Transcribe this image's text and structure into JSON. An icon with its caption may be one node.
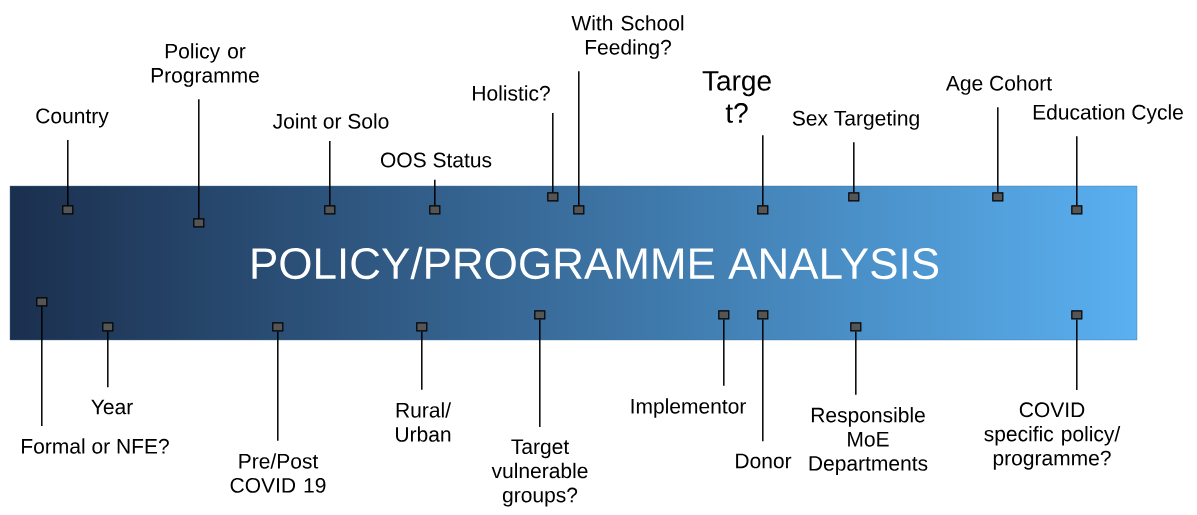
{
  "diagram": {
    "nodes": [
      {
        "text": [
          "POLICY/PROGRAMME ANALYSIS"
        ]
      },
      {
        "text": [
          "Country"
        ]
      },
      {
        "text": [
          "Policy or Programme"
        ]
      },
      {
        "text": [
          "Joint or Solo"
        ]
      },
      {
        "text": [
          "OOS Status"
        ]
      },
      {
        "text": [
          "Holistic?"
        ]
      },
      {
        "text": [
          "With School Feeding?"
        ]
      },
      {
        "text": [
          "Targe t?"
        ]
      },
      {
        "text": [
          "Sex Targeting"
        ]
      },
      {
        "text": [
          "Age Cohort"
        ]
      },
      {
        "text": [
          "Education Cycle"
        ]
      },
      {
        "text": [
          "Formal or NFE?"
        ]
      },
      {
        "text": [
          "Year"
        ]
      },
      {
        "text": [
          "Pre/Post COVID 19"
        ]
      },
      {
        "text": [
          "Rural/ Urban"
        ]
      },
      {
        "text": [
          "Target vulnerable groups?"
        ]
      },
      {
        "text": [
          "Implementor"
        ]
      },
      {
        "text": [
          "Donor"
        ]
      },
      {
        "text": [
          "Responsible MoE Departments"
        ]
      },
      {
        "text": [
          "COVID specific policy/ programme?"
        ]
      },
      {
        "text": [],
        "shape": "box",
        "in": 0
      },
      {
        "text": [],
        "shape": "box",
        "in": 0
      },
      {
        "text": [],
        "shape": "box",
        "in": 0
      },
      {
        "text": [],
        "shape": "box",
        "in": 0
      },
      {
        "text": [],
        "shape": "box",
        "in": 0
      },
      {
        "text": [],
        "shape": "box",
        "in": 0
      },
      {
        "text": [],
        "shape": "box",
        "in": 0
      },
      {
        "text": [],
        "shape": "box",
        "in": 0
      },
      {
        "text": [],
        "shape": "box",
        "in": 0
      },
      {
        "text": [],
        "shape": "box",
        "in": 0
      },
      {
        "text": [],
        "shape": "box",
        "in": 0
      },
      {
        "text": [],
        "shape": "box",
        "in": 0
      },
      {
        "text": [],
        "shape": "box",
        "in": 0
      },
      {
        "text": [],
        "shape": "box",
        "in": 0
      },
      {
        "text": [],
        "shape": "box",
        "in": 0
      },
      {
        "text": [],
        "shape": "box",
        "in": 0
      },
      {
        "text": [],
        "shape": "box",
        "in": 0
      },
      {
        "text": [],
        "shape": "box",
        "in": 0
      },
      {
        "text": [],
        "shape": "box",
        "in": 0
      }
    ],
    "edges": [
      {
        "from": 1,
        "to": 20,
        "arrow": "none"
      },
      {
        "from": 2,
        "to": 21,
        "arrow": "none"
      },
      {
        "from": 3,
        "to": 22,
        "arrow": "none"
      },
      {
        "from": 4,
        "to": 23,
        "arrow": "none"
      },
      {
        "from": 5,
        "to": 24,
        "arrow": "none"
      },
      {
        "from": 6,
        "to": 25,
        "arrow": "none"
      },
      {
        "from": 7,
        "to": 26,
        "arrow": "none"
      },
      {
        "from": 8,
        "to": 27,
        "arrow": "none"
      },
      {
        "from": 9,
        "to": 28,
        "arrow": "none"
      },
      {
        "from": 10,
        "to": 29,
        "arrow": "none"
      },
      {
        "from": 11,
        "to": 30,
        "arrow": "none"
      },
      {
        "from": 12,
        "to": 31,
        "arrow": "none"
      },
      {
        "from": 13,
        "to": 32,
        "arrow": "none"
      },
      {
        "from": 14,
        "to": 33,
        "arrow": "none"
      },
      {
        "from": 15,
        "to": 34,
        "arrow": "none"
      },
      {
        "from": 16,
        "to": 35,
        "arrow": "none"
      },
      {
        "from": 17,
        "to": 36,
        "arrow": "none"
      },
      {
        "from": 18,
        "to": 37,
        "arrow": "none"
      },
      {
        "from": 19,
        "to": 38,
        "arrow": "none"
      }
    ]
  }
}
